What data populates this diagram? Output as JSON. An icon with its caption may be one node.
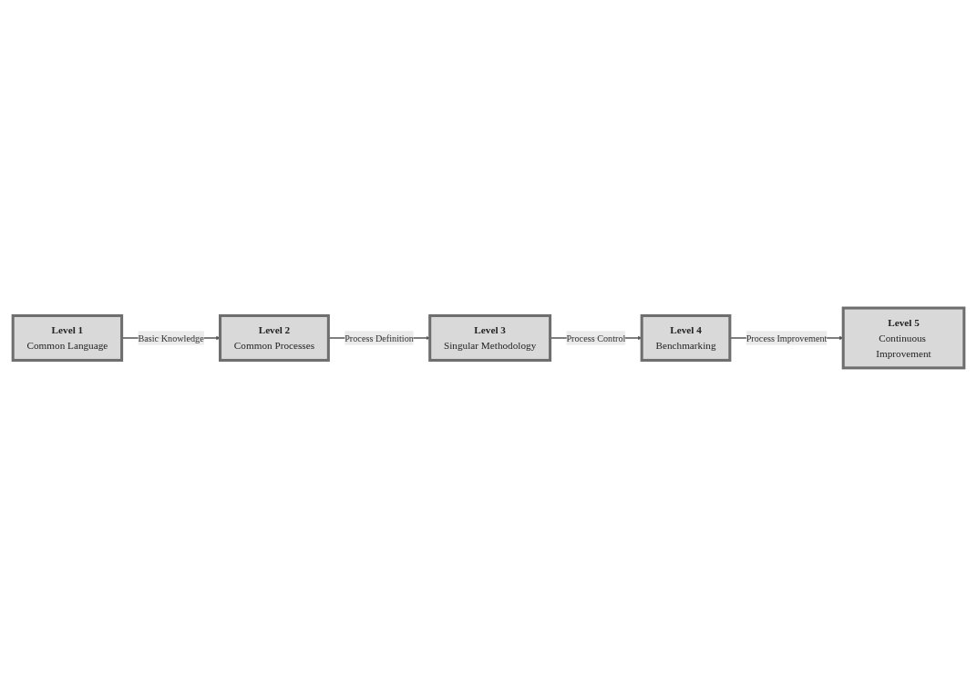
{
  "diagram": {
    "nodes": [
      {
        "text": [
          "Level 1",
          "Common Language"
        ]
      },
      {
        "text": [
          "Level 2",
          "Common Processes"
        ]
      },
      {
        "text": [
          "Level 3",
          "Singular Methodology"
        ]
      },
      {
        "text": [
          "Level 4",
          "Benchmarking"
        ]
      },
      {
        "text": [
          "Level 5",
          "Continuous Improvement"
        ]
      }
    ],
    "edges": [
      {
        "from": 0,
        "to": 1,
        "arrow": "to",
        "label": "Basic Knowledge"
      },
      {
        "from": 1,
        "to": 2,
        "arrow": "to",
        "label": "Process Definition"
      },
      {
        "from": 2,
        "to": 3,
        "arrow": "to",
        "label": "Process Control"
      },
      {
        "from": 3,
        "to": 4,
        "arrow": "to",
        "label": "Process Improvement"
      }
    ]
  }
}
